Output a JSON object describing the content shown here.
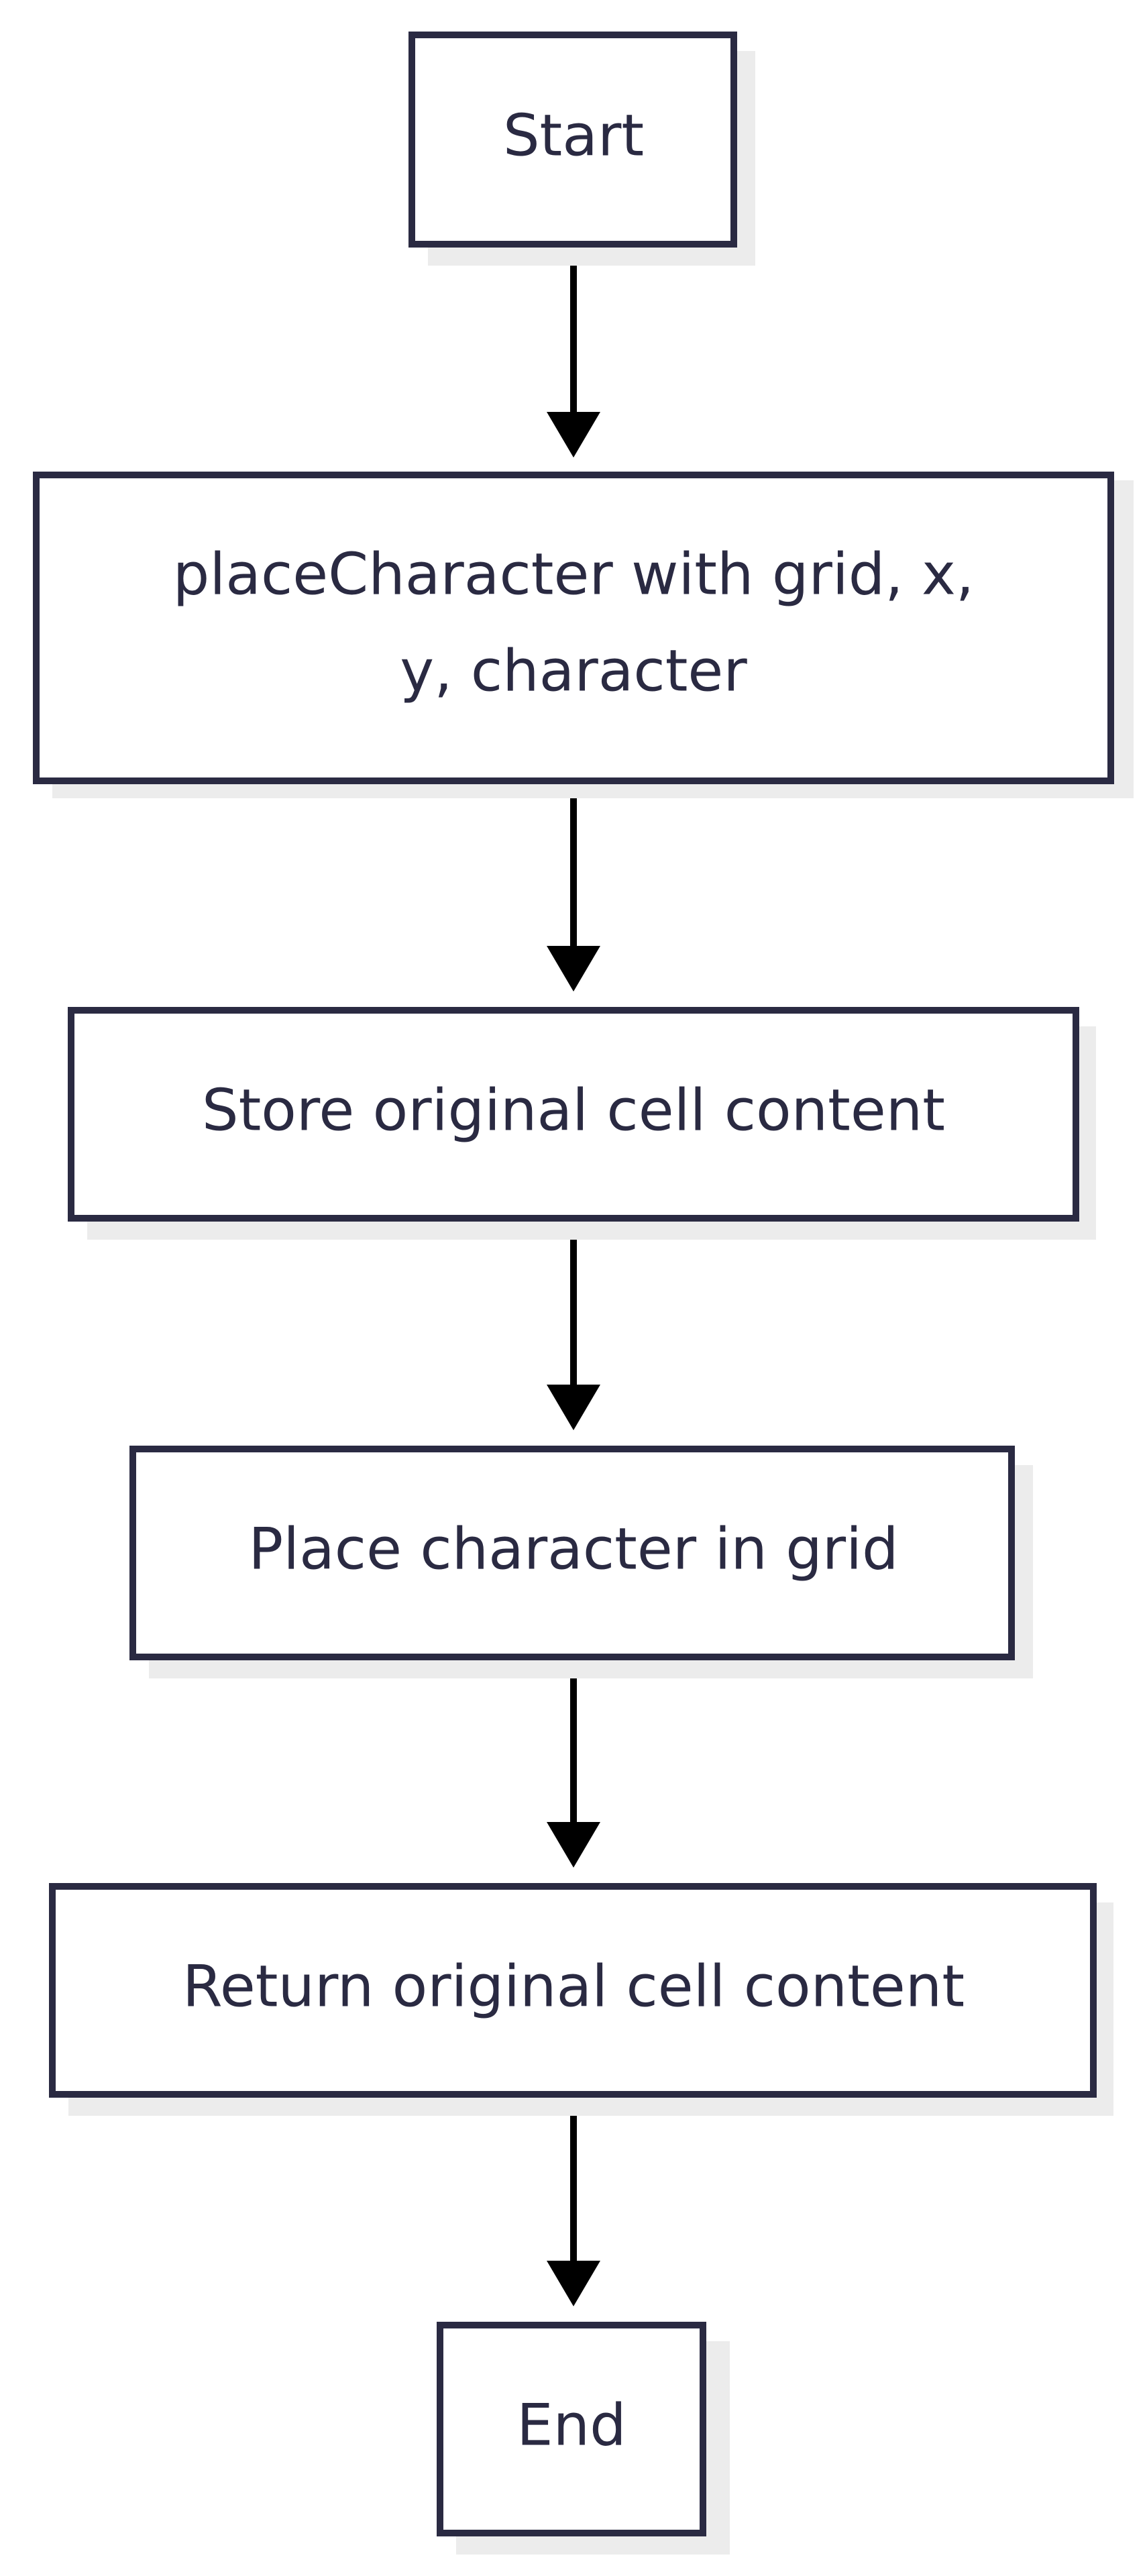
{
  "diagram": {
    "nodes": [
      {
        "id": "start",
        "label": "Start"
      },
      {
        "id": "place-character-call",
        "label_lines": [
          "placeCharacter with grid, x,",
          "y, character"
        ]
      },
      {
        "id": "store-content",
        "label": "Store original cell content"
      },
      {
        "id": "place-in-grid",
        "label": "Place character in grid"
      },
      {
        "id": "return-content",
        "label": "Return original cell content"
      },
      {
        "id": "end",
        "label": "End"
      }
    ],
    "edges": [
      {
        "from": "start",
        "to": "place-character-call"
      },
      {
        "from": "place-character-call",
        "to": "store-content"
      },
      {
        "from": "store-content",
        "to": "place-in-grid"
      },
      {
        "from": "place-in-grid",
        "to": "return-content"
      },
      {
        "from": "return-content",
        "to": "end"
      }
    ],
    "colors": {
      "node_border": "#2a2a42",
      "node_fill": "#ffffff",
      "node_shadow": "#ececec",
      "text": "#2a2a42",
      "arrow": "#000000"
    }
  }
}
